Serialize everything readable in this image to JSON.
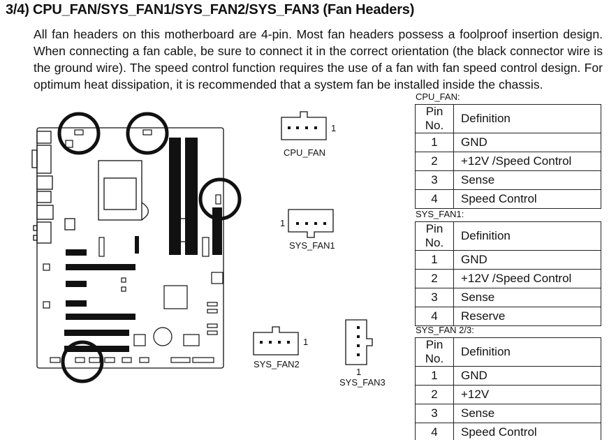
{
  "heading": "3/4) CPU_FAN/SYS_FAN1/SYS_FAN2/SYS_FAN3 (Fan Headers)",
  "paragraph": "All fan headers on this motherboard are 4-pin. Most fan headers possess a foolproof insertion design. When connecting a fan cable, be sure to connect it in the correct orientation (the black connector wire is the ground wire). The speed control function requires the use of a fan with fan speed control design. For optimum heat dissipation, it is recommended that a system fan be installed inside the chassis.",
  "connectors": {
    "cpu_fan": {
      "label": "CPU_FAN",
      "pin1": "1"
    },
    "sys_fan1": {
      "label": "SYS_FAN1",
      "pin1": "1"
    },
    "sys_fan2": {
      "label": "SYS_FAN2",
      "pin1": "1"
    },
    "sys_fan3": {
      "label": "SYS_FAN3",
      "pin1": "1"
    }
  },
  "tables": [
    {
      "title": "CPU_FAN:",
      "header": [
        "Pin No.",
        "Definition"
      ],
      "rows": [
        [
          "1",
          "GND"
        ],
        [
          "2",
          "+12V /Speed Control"
        ],
        [
          "3",
          "Sense"
        ],
        [
          "4",
          "Speed Control"
        ]
      ]
    },
    {
      "title": "SYS_FAN1:",
      "header": [
        "Pin No.",
        "Definition"
      ],
      "rows": [
        [
          "1",
          "GND"
        ],
        [
          "2",
          "+12V /Speed Control"
        ],
        [
          "3",
          "Sense"
        ],
        [
          "4",
          "Reserve"
        ]
      ]
    },
    {
      "title": "SYS_FAN 2/3:",
      "header": [
        "Pin No.",
        "Definition"
      ],
      "rows": [
        [
          "1",
          "GND"
        ],
        [
          "2",
          "+12V"
        ],
        [
          "3",
          "Sense"
        ],
        [
          "4",
          "Speed Control"
        ]
      ]
    }
  ]
}
